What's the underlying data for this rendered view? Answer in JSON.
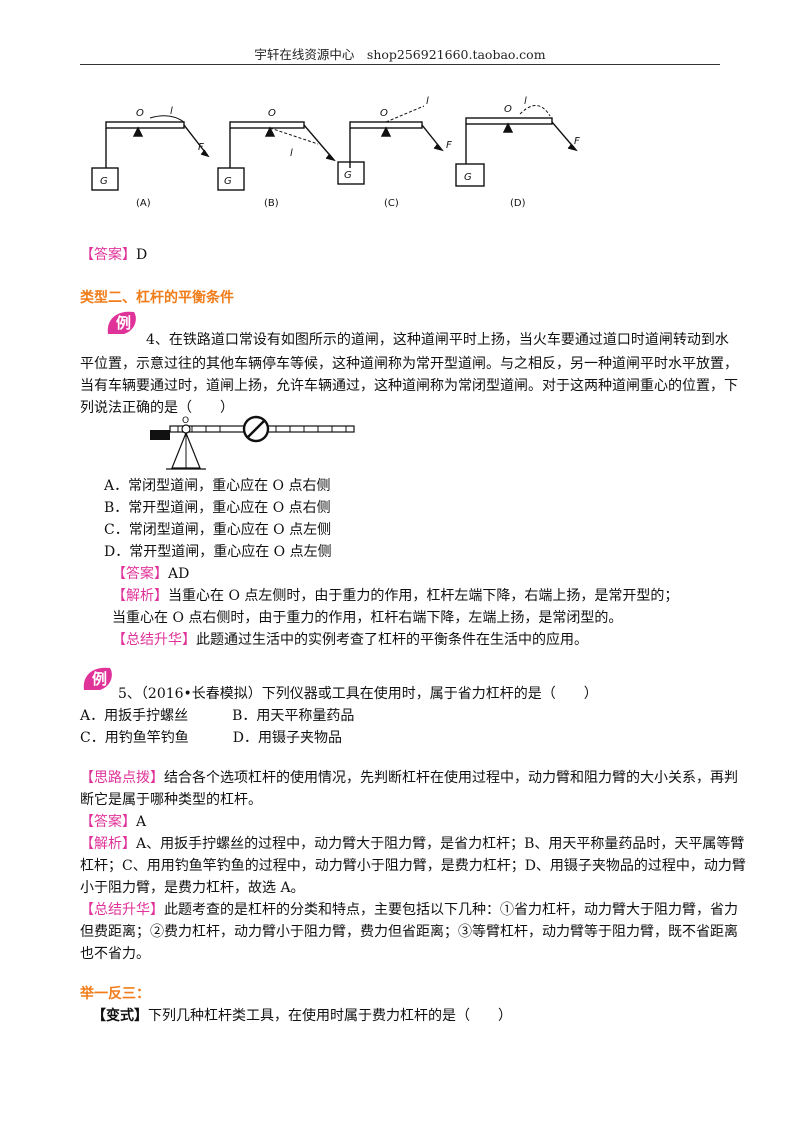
{
  "header": {
    "text": "宇轩在线资源中心　shop256921660.taobao.com"
  },
  "figure1": {
    "labels": {
      "o": "O",
      "l": "l",
      "f": "F",
      "g": "G"
    },
    "captions": [
      "(A)",
      "(B)",
      "(C)",
      "(D)"
    ]
  },
  "q3": {
    "answer_tag": "【答案】",
    "answer": "D"
  },
  "section2": {
    "title": "类型二、杠杆的平衡条件"
  },
  "badge": {
    "text": "例"
  },
  "q4": {
    "lines": [
      "4、在铁路道口常设有如图所示的道闸，这种道闸平时上扬，当火车要通过道口时道闸转动到水",
      "平位置，示意过往的其他车辆停车等候，这种道闸称为常开型道闸。与之相反，另一种道闸平时水平放置，",
      "当有车辆要通过时，道闸上扬，允许车辆通过，这种道闸称为常闭型道闸。对于这两种道闸重心的位置，下",
      "列说法正确的是（　　）"
    ],
    "gate_label": "O",
    "options": [
      "A．常闭型道闸，重心应在 O 点右侧",
      "B．常开型道闸，重心应在 O 点右侧",
      "C．常闭型道闸，重心应在 O 点左侧",
      "D．常开型道闸，重心应在 O 点左侧"
    ],
    "answer_tag": "【答案】",
    "answer": "AD",
    "analysis_tag": "【解析】",
    "analysis_1": "当重心在 O 点左侧时，由于重力的作用，杠杆左端下降，右端上扬，是常开型的；",
    "analysis_2": "当重心在 O 点右侧时，由于重力的作用，杠杆右端下降，左端上扬，是常闭型的。",
    "summary_tag": "【总结升华】",
    "summary": "此题通过生活中的实例考查了杠杆的平衡条件在生活中的应用。"
  },
  "q5": {
    "stem": "5、（2016•长春模拟）下列仪器或工具在使用时，属于省力杠杆的是（　　）",
    "options_row1": [
      "A．用扳手拧螺丝",
      "B．用天平称量药品"
    ],
    "options_row2": [
      "C．用钓鱼竿钓鱼",
      "D．用镊子夹物品"
    ],
    "hint_tag": "【思路点拨】",
    "hint_1": "结合各个选项杠杆的使用情况，先判断杠杆在使用过程中，动力臂和阻力臂的大小关系，再判",
    "hint_2": "断它是属于哪种类型的杠杆。",
    "answer_tag": "【答案】",
    "answer": "A",
    "analysis_tag": "【解析】",
    "analysis_1": "A、用扳手拧螺丝的过程中，动力臂大于阻力臂，是省力杠杆；B、用天平称量药品时，天平属等臂",
    "analysis_2": "杠杆；C、用用钓鱼竿钓鱼的过程中，动力臂小于阻力臂，是费力杠杆；D、用镊子夹物品的过程中，动力臂",
    "analysis_3": "小于阻力臂，是费力杠杆，故选 A。",
    "summary_tag": "【总结升华】",
    "summary_1": "此题考查的是杠杆的分类和特点，主要包括以下几种：①省力杠杆，动力臂大于阻力臂，省力",
    "summary_2": "但费距离；②费力杠杆，动力臂小于阻力臂，费力但省距离；③等臂杠杆，动力臂等于阻力臂，既不省距离",
    "summary_3": "也不省力。"
  },
  "section3": {
    "title": "举一反三："
  },
  "variant": {
    "tag": "【变式】",
    "text": "下列几种杠杆类工具，在使用时属于费力杠杆的是（　　）"
  }
}
